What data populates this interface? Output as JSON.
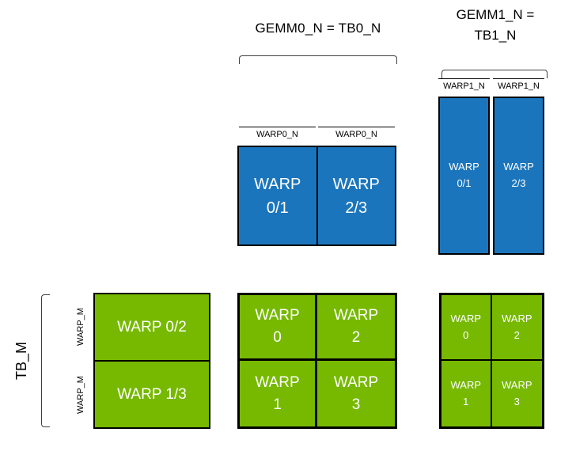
{
  "header": {
    "gemm0_label": "GEMM0_N = TB0_N",
    "gemm1_line1": "GEMM1_N =",
    "gemm1_line2": "TB1_N"
  },
  "left_axis": {
    "tb_m": "TB_M",
    "warp_m_rows": [
      "WARP_M",
      "WARP_M"
    ]
  },
  "mid_blue": {
    "col_labels": [
      "WARP0_N",
      "WARP0_N"
    ],
    "cells": [
      {
        "line1": "WARP",
        "line2": "0/1"
      },
      {
        "line1": "WARP",
        "line2": "2/3"
      }
    ]
  },
  "right_blue": {
    "col_labels": [
      "WARP1_N",
      "WARP1_N"
    ],
    "cells": [
      {
        "line1": "WARP",
        "line2": "0/1"
      },
      {
        "line1": "WARP",
        "line2": "2/3"
      }
    ]
  },
  "left_green": {
    "rows": [
      {
        "label": "WARP 0/2"
      },
      {
        "label": "WARP 1/3"
      }
    ]
  },
  "mid_green": {
    "cells": [
      {
        "line1": "WARP",
        "line2": "0"
      },
      {
        "line1": "WARP",
        "line2": "2"
      },
      {
        "line1": "WARP",
        "line2": "1"
      },
      {
        "line1": "WARP",
        "line2": "3"
      }
    ]
  },
  "right_green": {
    "cells": [
      {
        "line1": "WARP",
        "line2": "0"
      },
      {
        "line1": "WARP",
        "line2": "2"
      },
      {
        "line1": "WARP",
        "line2": "1"
      },
      {
        "line1": "WARP",
        "line2": "3"
      }
    ]
  },
  "colors": {
    "blue": "#1b75bc",
    "green": "#76b900",
    "border": "#000000",
    "cell_text": "#ffffff",
    "label_text": "#000000",
    "background": "#ffffff"
  }
}
